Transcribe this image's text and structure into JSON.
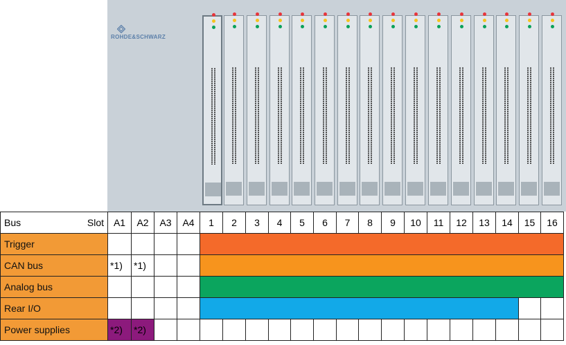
{
  "brand": {
    "name": "ROHDE&SCHWARZ",
    "icon": "rs-diamond-logo-icon"
  },
  "colors": {
    "label_orange": "#f29a36",
    "trigger": "#f46a2a",
    "can_bus": "#f7941d",
    "analog_bus": "#0ba55e",
    "rear_io": "#12a9e8",
    "power_supplies": "#8c1a7c",
    "led_red": "#e8343a",
    "led_yellow": "#f6c21c",
    "led_green": "#0aa15a"
  },
  "table": {
    "header": {
      "bus_label": "Bus",
      "slot_label": "Slot",
      "aux_slots": [
        "A1",
        "A2",
        "A3",
        "A4"
      ],
      "slots": [
        "1",
        "2",
        "3",
        "4",
        "5",
        "6",
        "7",
        "8",
        "9",
        "10",
        "11",
        "12",
        "13",
        "14",
        "15",
        "16"
      ]
    },
    "rows": [
      {
        "label": "Trigger",
        "notes": [
          "",
          "",
          "",
          ""
        ],
        "color_key": "trigger",
        "span_slots": 16
      },
      {
        "label": "CAN bus",
        "notes": [
          "*1)",
          "*1)",
          "",
          ""
        ],
        "color_key": "can_bus",
        "span_slots": 16
      },
      {
        "label": "Analog bus",
        "notes": [
          "",
          "",
          "",
          ""
        ],
        "color_key": "analog_bus",
        "span_slots": 16
      },
      {
        "label": "Rear I/O",
        "notes": [
          "",
          "",
          "",
          ""
        ],
        "color_key": "rear_io",
        "span_slots": 14
      },
      {
        "label": "Power supplies",
        "notes": [
          "*2)",
          "*2)",
          "",
          ""
        ],
        "color_key": "power_supplies",
        "span_slots": 0
      }
    ]
  }
}
